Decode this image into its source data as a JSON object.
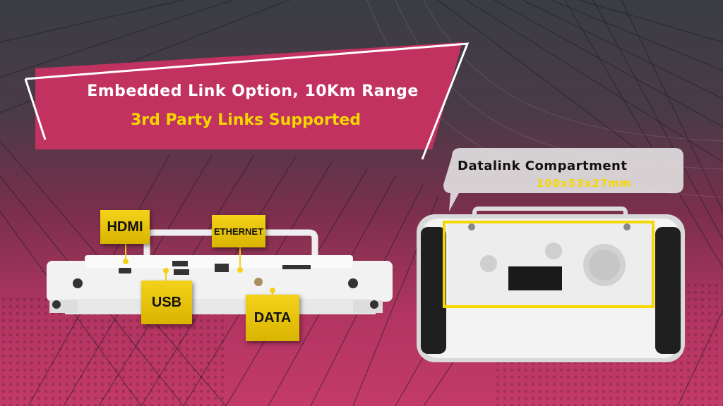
{
  "headline": {
    "line1": "Embedded Link Option, 10Km Range",
    "line2": "3rd Party Links Supported"
  },
  "callout": {
    "title": "Datalink Compartment",
    "dimensions": "100x53x27mm"
  },
  "port_labels": {
    "hdmi": "HDMI",
    "ethernet": "ETHERNET",
    "usb": "USB",
    "data": "DATA"
  },
  "colors": {
    "accent_magenta": "#c23260",
    "label_yellow": "#f5d800",
    "background_dark": "#3a3d44"
  }
}
